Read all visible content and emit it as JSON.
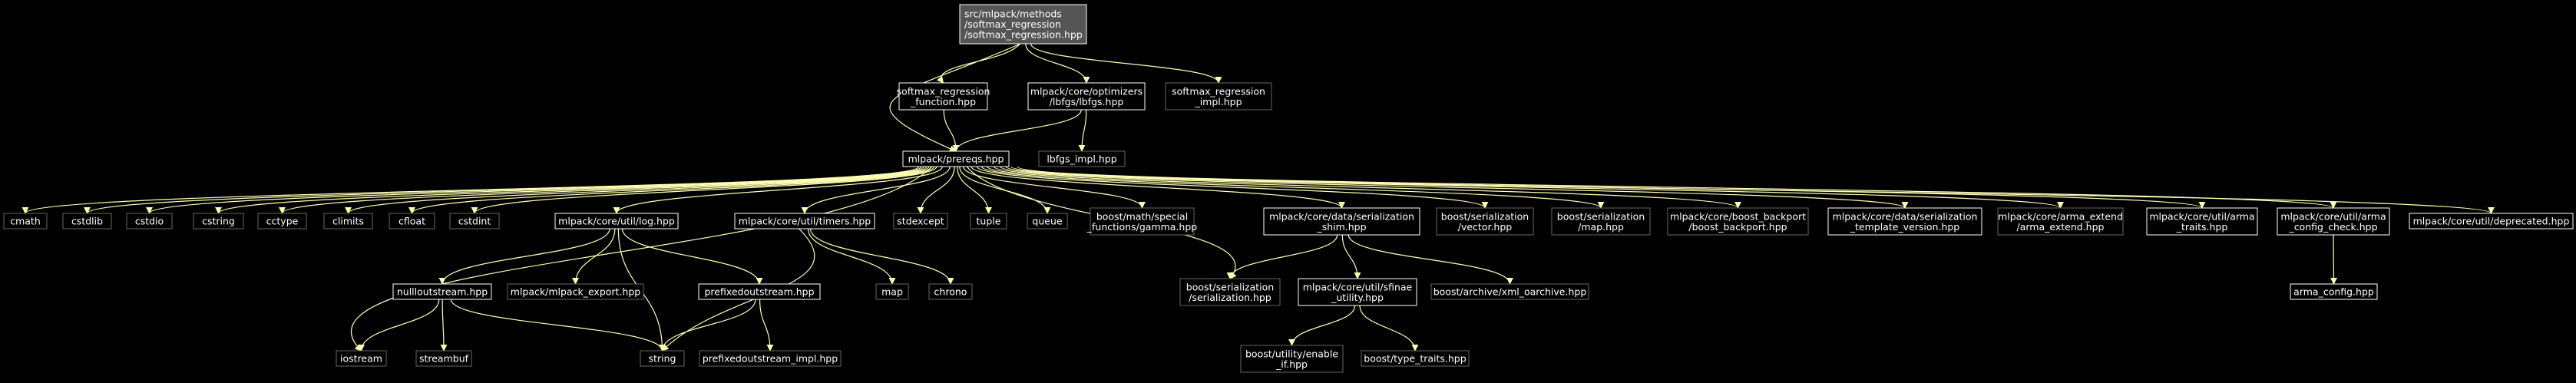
{
  "colors": {
    "background": "#000000",
    "box_border_dark": "#666666",
    "box_border_light": "#ffffff",
    "root_fill": "#555555",
    "text": "#ffffff",
    "edge": "#ffffb3"
  },
  "nodes": {
    "root": [
      "src/mlpack/methods",
      "/softmax_regression",
      "/softmax_regression.hpp"
    ],
    "srf": [
      "softmax_regression",
      "_function.hpp"
    ],
    "lbfgs": [
      "mlpack/core/optimizers",
      "/lbfgs/lbfgs.hpp"
    ],
    "sri": [
      "softmax_regression",
      "_impl.hpp"
    ],
    "prereqs": [
      "mlpack/prereqs.hpp"
    ],
    "lbfgsi": [
      "lbfgs_impl.hpp"
    ],
    "cmath": [
      "cmath"
    ],
    "cstdlib": [
      "cstdlib"
    ],
    "cstdio": [
      "cstdio"
    ],
    "cstring": [
      "cstring"
    ],
    "cctype": [
      "cctype"
    ],
    "climits": [
      "climits"
    ],
    "cfloat": [
      "cfloat"
    ],
    "cstdint": [
      "cstdint"
    ],
    "log": [
      "mlpack/core/util/log.hpp"
    ],
    "timers": [
      "mlpack/core/util/timers.hpp"
    ],
    "stdexcept": [
      "stdexcept"
    ],
    "tuple": [
      "tuple"
    ],
    "queue": [
      "queue"
    ],
    "gamma": [
      "boost/math/special",
      "_functions/gamma.hpp"
    ],
    "shim": [
      "mlpack/core/data/serialization",
      "_shim.hpp"
    ],
    "bsvector": [
      "boost/serialization",
      "/vector.hpp"
    ],
    "bsmap": [
      "boost/serialization",
      "/map.hpp"
    ],
    "backport": [
      "mlpack/core/boost_backport",
      "/boost_backport.hpp"
    ],
    "stv": [
      "mlpack/core/data/serialization",
      "_template_version.hpp"
    ],
    "arma_ext": [
      "mlpack/core/arma_extend",
      "/arma_extend.hpp"
    ],
    "arma_traits": [
      "mlpack/core/util/arma",
      "_traits.hpp"
    ],
    "arma_cc": [
      "mlpack/core/util/arma",
      "_config_check.hpp"
    ],
    "deprecated": [
      "mlpack/core/util/deprecated.hpp"
    ],
    "nullout": [
      "nullloutstream.hpp"
    ],
    "export": [
      "mlpack/mlpack_export.hpp"
    ],
    "prefixed": [
      "prefixedoutstream.hpp"
    ],
    "map": [
      "map"
    ],
    "chrono": [
      "chrono"
    ],
    "bss": [
      "boost/serialization",
      "/serialization.hpp"
    ],
    "sfinae": [
      "mlpack/core/util/sfinae",
      "_utility.hpp"
    ],
    "xml": [
      "boost/archive/xml_oarchive.hpp"
    ],
    "arma_config": [
      "arma_config.hpp"
    ],
    "iostream": [
      "iostream"
    ],
    "streambuf": [
      "streambuf"
    ],
    "string": [
      "string"
    ],
    "prefixed_impl": [
      "prefixedoutstream_impl.hpp"
    ],
    "enable_if": [
      "boost/utility/enable",
      "_if.hpp"
    ],
    "type_traits": [
      "boost/type_traits.hpp"
    ]
  }
}
